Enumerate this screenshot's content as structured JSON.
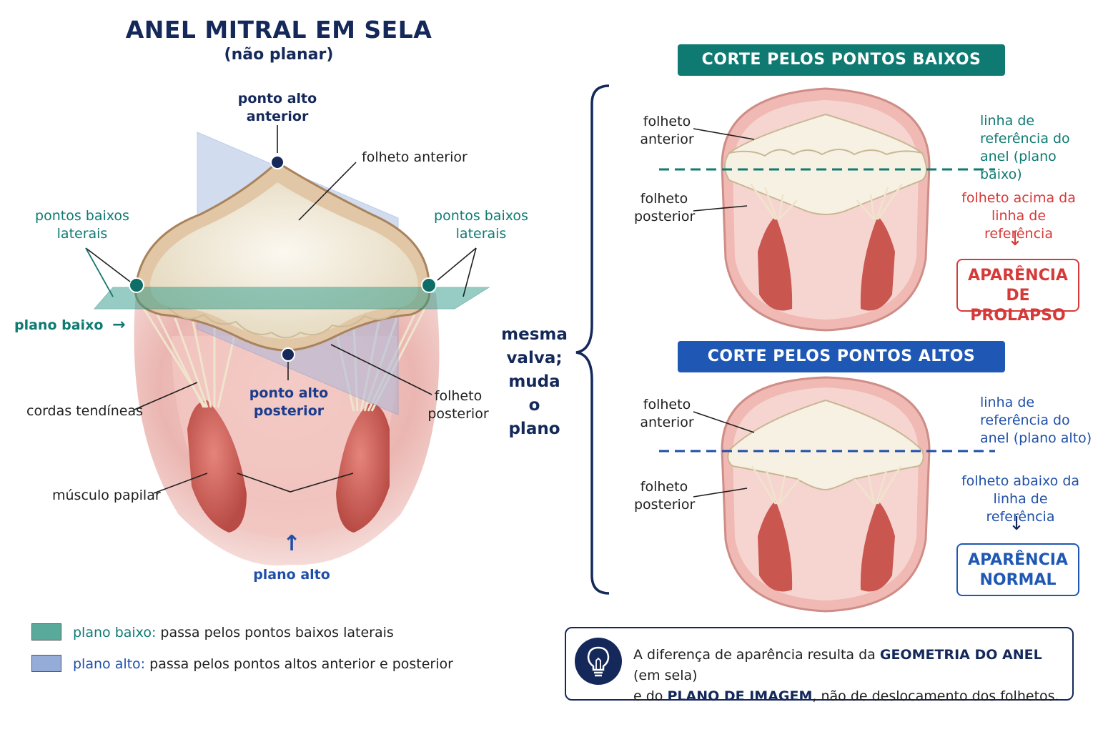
{
  "title": "ANEL MITRAL EM SELA",
  "subtitle": "(não planar)",
  "left": {
    "ponto_alto_anterior": [
      "ponto alto",
      "anterior"
    ],
    "folheto_anterior": "folheto anterior",
    "pontos_baixos_laterais_left": [
      "pontos baixos",
      "laterais"
    ],
    "pontos_baixos_laterais_right": [
      "pontos baixos",
      "laterais"
    ],
    "plano_baixo": "plano baixo",
    "plano_baixo_arrow": "→",
    "ponto_alto_posterior": [
      "ponto alto",
      "posterior"
    ],
    "folheto_posterior": [
      "folheto",
      "posterior"
    ],
    "cordas": "cordas tendíneas",
    "musculo": "músculo papilar",
    "plano_alto": "plano alto",
    "plano_alto_arrow": "↑"
  },
  "legend": [
    {
      "key": "plano baixo:",
      "text": " passa pelos pontos baixos laterais",
      "color": "#5aaa9c"
    },
    {
      "key": "plano alto:",
      "text": " passa pelos pontos altos anterior e posterior",
      "color": "#95acd9"
    }
  ],
  "middle_text": [
    "mesma",
    "valva;",
    "muda o",
    "plano"
  ],
  "top_panel": {
    "header": "CORTE PELOS PONTOS BAIXOS",
    "folheto_anterior": [
      "folheto",
      "anterior"
    ],
    "folheto_posterior": [
      "folheto",
      "posterior"
    ],
    "reference": [
      "linha de",
      "referência do",
      "anel (plano baixo)"
    ],
    "note": [
      "folheto acima da",
      "linha de referência"
    ],
    "arrow": "↓",
    "verdict": [
      "APARÊNCIA",
      "DE PROLAPSO"
    ]
  },
  "bottom_panel": {
    "header": "CORTE PELOS PONTOS ALTOS",
    "folheto_anterior": [
      "folheto",
      "anterior"
    ],
    "folheto_posterior": [
      "folheto",
      "posterior"
    ],
    "reference": [
      "linha de",
      "referência do",
      "anel (plano alto)"
    ],
    "note": [
      "folheto abaixo da",
      "linha de referência"
    ],
    "arrow": "↓",
    "verdict": [
      "APARÊNCIA",
      "NORMAL"
    ]
  },
  "info": {
    "line1_pre": "A diferença  de aparência resulta da ",
    "line1_bold": "GEOMETRIA DO ANEL",
    "line1_post": " (em sela)",
    "line2_pre": "e do ",
    "line2_bold": "PLANO DE IMAGEM",
    "line2_post": ", não de deslocamento dos folhetos."
  },
  "colors": {
    "navy": "#14285a",
    "teal": "#0e7a72",
    "blue": "#1f58b4",
    "red": "#d63a38",
    "tissue": "#e9aaa8",
    "leaflet": "#efe6d2"
  },
  "icons": [
    "lightbulb-icon"
  ]
}
